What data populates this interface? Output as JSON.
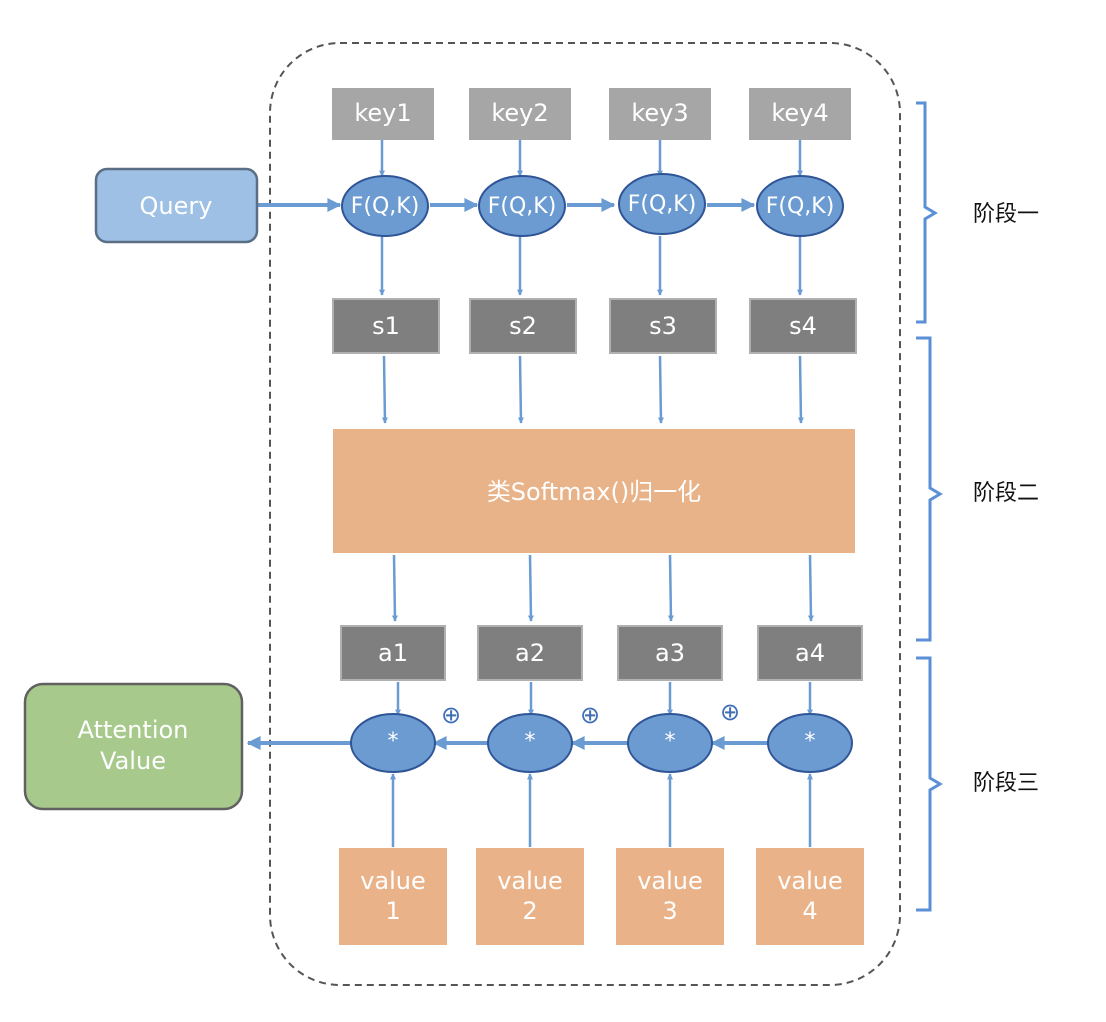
{
  "keys": [
    "key1",
    "key2",
    "key3",
    "key4"
  ],
  "funcs": [
    "F(Q,K)",
    "F(Q,K)",
    "F(Q,K)",
    "F(Q,K)"
  ],
  "scores": [
    "s1",
    "s2",
    "s3",
    "s4"
  ],
  "weights": [
    "a1",
    "a2",
    "a3",
    "a4"
  ],
  "mults": [
    "*",
    "*",
    "*",
    "*"
  ],
  "values": [
    {
      "line1": "value",
      "line2": "1"
    },
    {
      "line1": "value",
      "line2": "2"
    },
    {
      "line1": "value",
      "line2": "3"
    },
    {
      "line1": "value",
      "line2": "4"
    }
  ],
  "plus_symbols": [
    "⊕",
    "⊕",
    "⊕"
  ],
  "query_label": "Query",
  "softmax_label": "类Softmax()归一化",
  "attention": {
    "line1": "Attention",
    "line2": "Value"
  },
  "stages": [
    "阶段一",
    "阶段二",
    "阶段三"
  ],
  "colors": {
    "key_box": "#a6a6a6",
    "score_box": "#7f7f7f",
    "ellipse_fill": "#6b9bd1",
    "ellipse_stroke": "#2f5597",
    "arrow": "#6a9bd3",
    "softmax": "#e9b389",
    "value_box": "#eab288",
    "query_fill": "#9dc0e4",
    "attention_fill": "#a7c98c",
    "bracket": "#5b8fd6"
  }
}
